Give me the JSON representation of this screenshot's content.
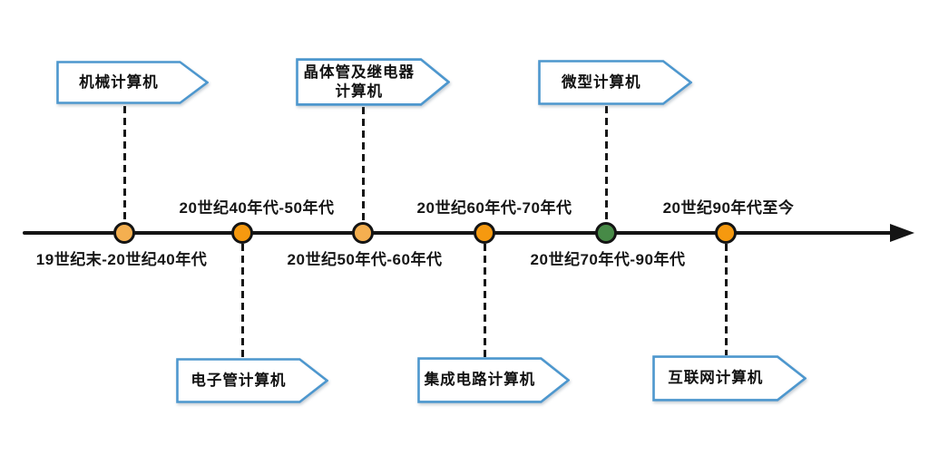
{
  "colors": {
    "axis": "#141414",
    "banner_border": "#4D97CE",
    "banner_fill": "#ffffff",
    "dot_light_orange": "#F4AF50",
    "dot_orange": "#F6990F",
    "dot_green": "#478A47"
  },
  "timeline": {
    "events": [
      {
        "period": "19世纪末-20世纪40年代",
        "name": "机械计算机",
        "banner_position": "top",
        "dot_color": "#F4AF50"
      },
      {
        "period": "20世纪40年代-50年代",
        "name": "电子管计算机",
        "banner_position": "bottom",
        "dot_color": "#F6990F"
      },
      {
        "period": "20世纪50年代-60年代",
        "name": "晶体管及继电器\n计算机",
        "banner_position": "top",
        "dot_color": "#F4AF50"
      },
      {
        "period": "20世纪60年代-70年代",
        "name": "集成电路计算机",
        "banner_position": "bottom",
        "dot_color": "#F6990F"
      },
      {
        "period": "20世纪70年代-90年代",
        "name": "微型计算机",
        "banner_position": "top",
        "dot_color": "#478A47"
      },
      {
        "period": "20世纪90年代至今",
        "name": "互联网计算机",
        "banner_position": "bottom",
        "dot_color": "#F6990F"
      }
    ]
  }
}
